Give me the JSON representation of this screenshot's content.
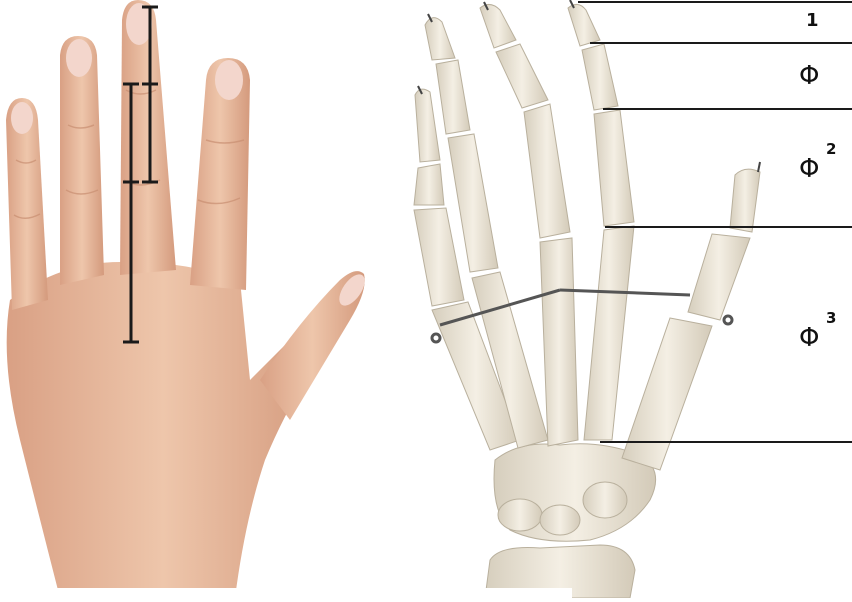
{
  "labels": {
    "one": "1",
    "phi": "Φ",
    "phi_sq_exp": "2",
    "phi_cu_exp": "3"
  },
  "colors": {
    "skin": "#e9bfa3",
    "skin_shadow": "#c98f72",
    "nail": "#f3d6cc",
    "bone": "#ede7da",
    "bone_shadow": "#cfc6b4",
    "line": "#1a1a1a",
    "wire": "#555555"
  }
}
